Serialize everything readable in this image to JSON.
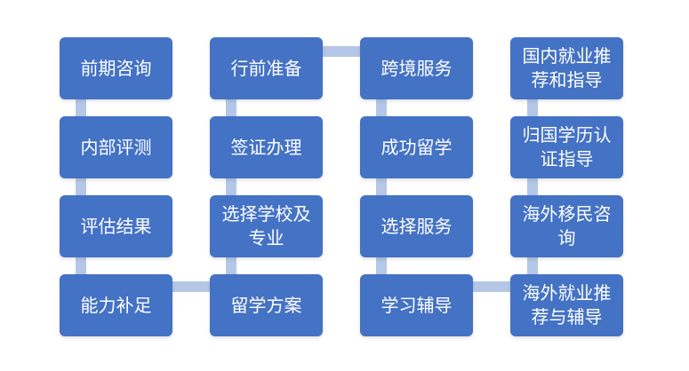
{
  "colors": {
    "node_fill": "#4472c4",
    "node_text": "#ffffff",
    "connector": "#b4c7e7",
    "background": "#ffffff"
  },
  "columns": [
    {
      "nodes": [
        {
          "label": "前期咨询"
        },
        {
          "label": "内部评测"
        },
        {
          "label": "评估结果"
        },
        {
          "label": "能力补足"
        }
      ]
    },
    {
      "nodes": [
        {
          "label": "行前准备"
        },
        {
          "label": "签证办理"
        },
        {
          "label": "选择学校及专业"
        },
        {
          "label": "留学方案"
        }
      ]
    },
    {
      "nodes": [
        {
          "label": "跨境服务"
        },
        {
          "label": "成功留学"
        },
        {
          "label": "选择服务"
        },
        {
          "label": "学习辅导"
        }
      ]
    },
    {
      "nodes": [
        {
          "label": "国内就业推荐和指导"
        },
        {
          "label": "归国学历认证指导"
        },
        {
          "label": "海外移民咨询"
        },
        {
          "label": "海外就业推荐与辅导"
        }
      ]
    }
  ]
}
